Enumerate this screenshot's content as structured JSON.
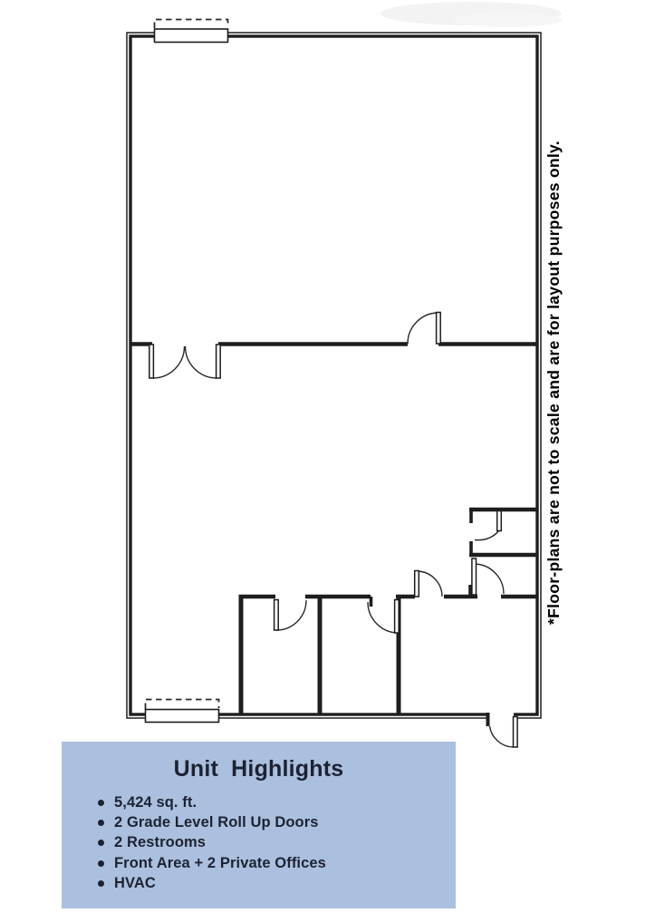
{
  "floorplan": {
    "disclaimer": "*Floor-plans are not to scale and are for layout purposes only.",
    "features": [
      "roll-up-door-top",
      "roll-up-door-bottom",
      "double-entry-door",
      "warehouse-single-door",
      "restroom-1",
      "restroom-2",
      "office-1",
      "office-2",
      "warehouse-access-door",
      "front-entry-door"
    ]
  },
  "highlights": {
    "title": "Unit Highlights",
    "items": [
      "5,424 sq. ft.",
      "2 Grade Level Roll Up Doors",
      "2 Restrooms",
      "Front Area + 2 Private Offices",
      "HVAC"
    ]
  },
  "colors": {
    "panel_blue": "#abc0de",
    "wall": "#1e1e1e",
    "text_dark": "#1d2233"
  }
}
